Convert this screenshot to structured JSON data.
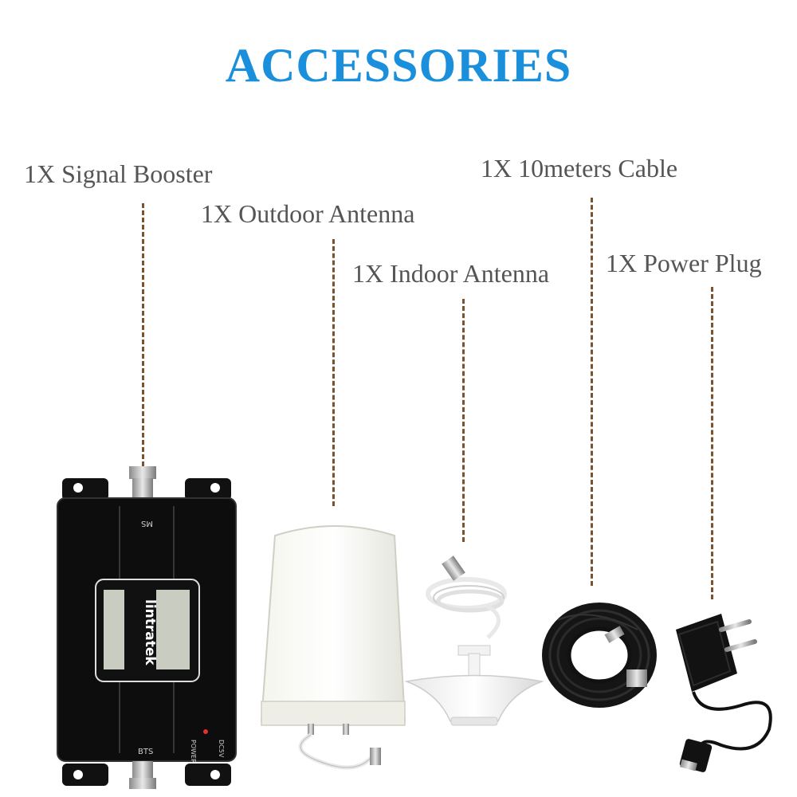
{
  "title": "ACCESSORIES",
  "colors": {
    "title": "#1a8fdc",
    "label": "#555555",
    "leader": "#7a5230"
  },
  "items": [
    {
      "label": "1X Signal Booster"
    },
    {
      "label": "1X Outdoor Antenna"
    },
    {
      "label": "1X Indoor Antenna"
    },
    {
      "label": "1X 10meters Cable"
    },
    {
      "label": "1X Power Plug"
    }
  ],
  "booster": {
    "brand": "lintratek",
    "port_top": "MS",
    "port_bottom": "BTS",
    "power_label": "POWER",
    "dc_label": "DC5V"
  }
}
